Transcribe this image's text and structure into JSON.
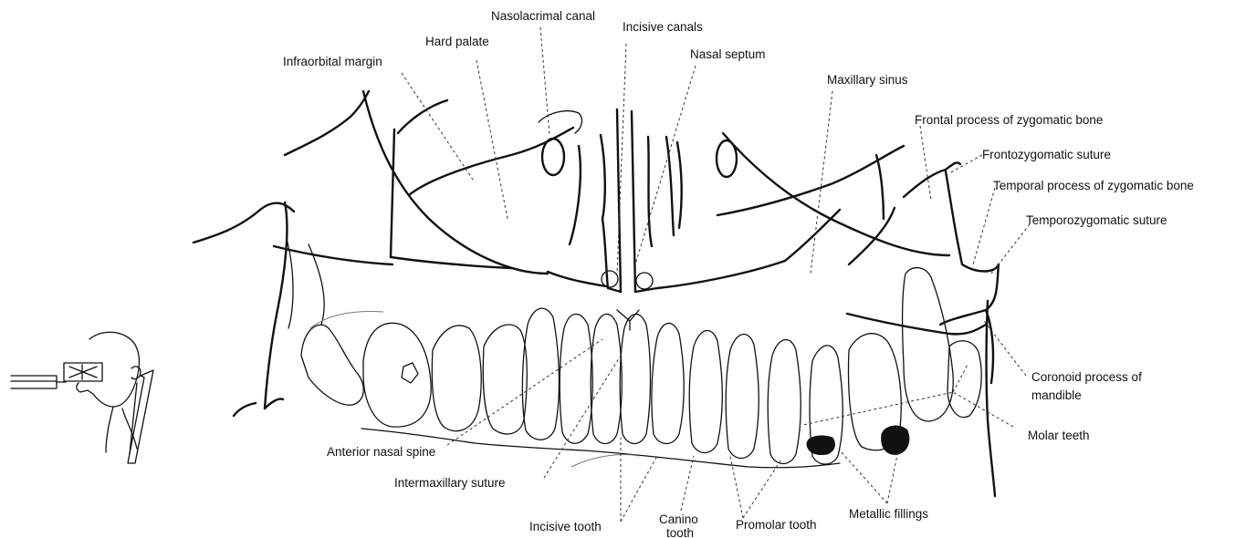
{
  "labels": {
    "nasolacrimal_canal": "Nasolacrimal canal",
    "incisive_canals": "Incisive canals",
    "hard_palate": "Hard palate",
    "nasal_septum": "Nasal septum",
    "infraorbital_margin": "Infraorbital margin",
    "maxillary_sinus": "Maxillary sinus",
    "frontal_process": "Frontal process of zygomatic bone",
    "frontozygomatic_suture": "Frontozygomatic suture",
    "temporal_process": "Temporal process of  zygomatic bone",
    "temporozygomatic_suture": "Temporozygomatic suture",
    "coronoid_process_line1": "Coronoid process of",
    "coronoid_process_line2": "mandible",
    "molar_teeth": "Molar teeth",
    "anterior_nasal_spine": "Anterior nasal spine",
    "intermaxillary_suture": "Intermaxillary suture",
    "incisive_tooth": "Incisive tooth",
    "canine_tooth_line1": "Canino",
    "canine_tooth_line2": "tooth",
    "premolar_tooth": "Promolar tooth",
    "metallic_fillings": "Metallic fillings"
  }
}
